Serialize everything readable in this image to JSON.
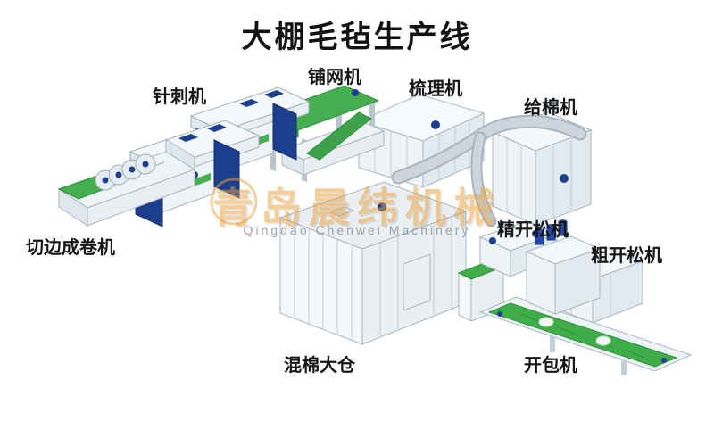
{
  "title": "大棚毛毡生产线",
  "watermark": {
    "cn": "青岛晨纬机械",
    "en": "Qingdao Chenwei Machinery"
  },
  "labels": {
    "needle_punch": "针刺机",
    "web_layer": "铺网机",
    "carding": "梳理机",
    "cotton_feeder": "给棉机",
    "edge_cut_winder": "切边成卷机",
    "fine_opener": "精开松机",
    "coarse_opener": "粗开松机",
    "mixing_silo": "混棉大仓",
    "bale_opener": "开包机"
  },
  "colors": {
    "belt_green": "#3fae49",
    "machine_blue": "#1c3e8c",
    "motor_blue": "#2448ab",
    "panel_white": "#f4f8fa",
    "outline_gray": "#a9b6c0",
    "watermark_orange": "#eaa23e"
  }
}
